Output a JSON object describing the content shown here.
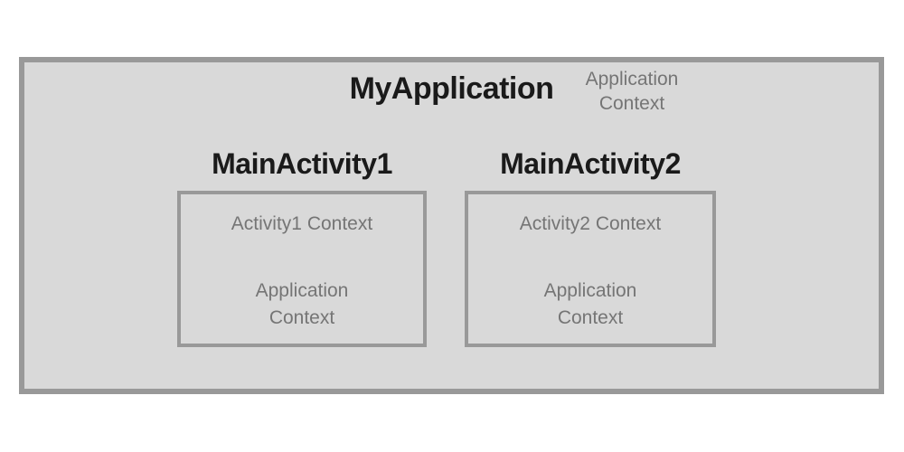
{
  "colors": {
    "canvas_bg": "#ffffff",
    "box_fill": "#d9d9d9",
    "border_color": "#999999",
    "title_color": "#1a1a1a",
    "context_color": "#757575"
  },
  "application": {
    "title": "MyApplication",
    "context": {
      "line1": "Application",
      "line2": "Context"
    }
  },
  "activities": [
    {
      "title": "MainActivity1",
      "activity_context": "Activity1 Context",
      "application_context": {
        "line1": "Application",
        "line2": "Context"
      }
    },
    {
      "title": "MainActivity2",
      "activity_context": "Activity2 Context",
      "application_context": {
        "line1": "Application",
        "line2": "Context"
      }
    }
  ]
}
